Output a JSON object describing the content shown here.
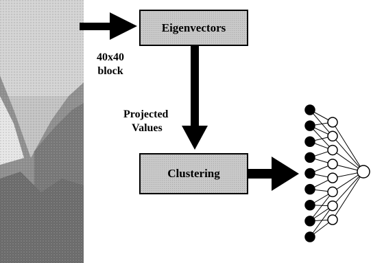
{
  "diagram": {
    "boxes": {
      "eigenvectors": "Eigenvectors",
      "clustering": "Clustering"
    },
    "labels": {
      "block_line1": "40x40",
      "block_line2": "block",
      "projected_line1": "Projected",
      "projected_line2": "Values"
    },
    "network": {
      "input_nodes": 9,
      "hidden_nodes": 8,
      "output_nodes": 1
    }
  }
}
